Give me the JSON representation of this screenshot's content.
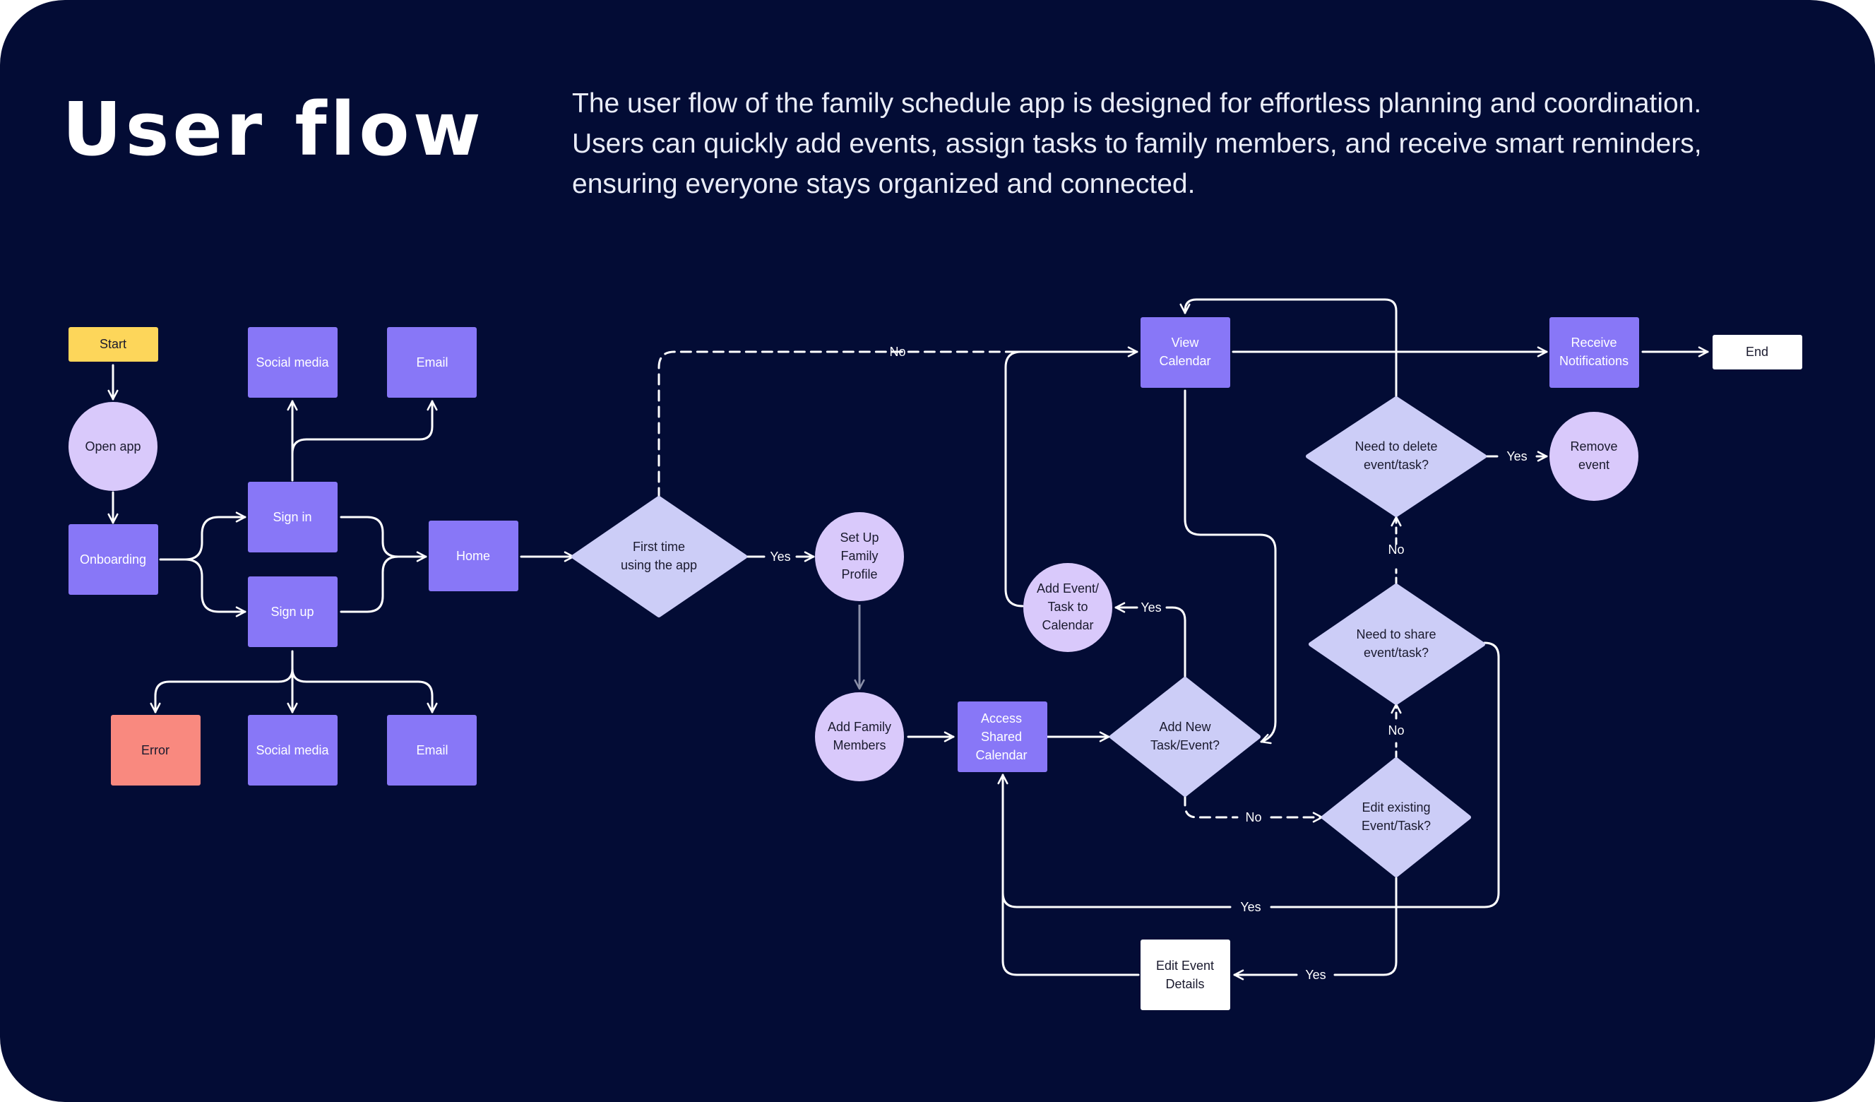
{
  "header": {
    "title": "User flow",
    "description_lines": [
      "The user flow of the family schedule app is designed for effortless planning and coordination.",
      "Users can quickly add events, assign tasks to family members, and receive smart reminders,",
      "ensuring everyone stays organized and connected."
    ]
  },
  "colors": {
    "background": "#030c35",
    "process_box": "#8877f7",
    "circle_node": "#d9c9fb",
    "decision_diamond": "#cccdf7",
    "start_node": "#fdd65a",
    "error_node": "#f9897f",
    "terminal_white": "#ffffff",
    "line": "#ffffff"
  },
  "nodes": {
    "start": "Start",
    "open_app": "Open app",
    "onboarding": "Onboarding",
    "social_media_top": "Social media",
    "email_top": "Email",
    "sign_in": "Sign in",
    "sign_up": "Sign up",
    "error": "Error",
    "social_media_bottom": "Social media",
    "email_bottom": "Email",
    "home": "Home",
    "first_time": [
      "First time",
      "using the app"
    ],
    "setup_profile": [
      "Set Up",
      "Family",
      "Profile"
    ],
    "add_family_members": [
      "Add Family",
      "Members"
    ],
    "access_shared_calendar": [
      "Access",
      "Shared",
      "Calendar"
    ],
    "add_new_task_event": [
      "Add New",
      "Task/Event?"
    ],
    "add_event_task_calendar": [
      "Add Event/",
      "Task to",
      "Calendar"
    ],
    "view_calendar": [
      "View",
      "Calendar"
    ],
    "edit_existing": [
      "Edit existing",
      "Event/Task?"
    ],
    "edit_event_details": [
      "Edit Event",
      "Details"
    ],
    "need_to_share": [
      "Need to share",
      "event/task?"
    ],
    "need_to_delete": [
      "Need to delete",
      "event/task?"
    ],
    "remove_event": [
      "Remove",
      "event"
    ],
    "receive_notifications": [
      "Receive",
      "Notifications"
    ],
    "end": "End"
  },
  "edge_labels": {
    "first_time_no": "No",
    "first_time_yes": "Yes",
    "add_new_yes": "Yes",
    "add_new_no": "No",
    "edit_existing_yes_bottom": "Yes",
    "edit_existing_no": "No",
    "share_yes": "Yes",
    "share_no": "No",
    "delete_yes": "Yes"
  }
}
